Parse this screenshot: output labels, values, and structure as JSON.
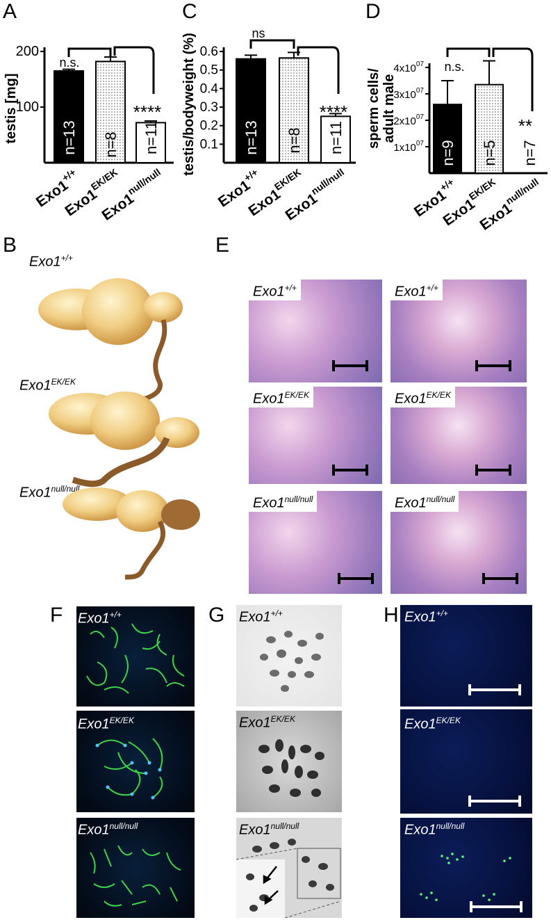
{
  "panels": {
    "A": "A",
    "B": "B",
    "C": "C",
    "D": "D",
    "E": "E",
    "F": "F",
    "G": "G",
    "H": "H"
  },
  "genotypes": {
    "wt": {
      "base": "Exo1",
      "sup": "+/+"
    },
    "ek": {
      "base": "Exo1",
      "sup": "EK/EK"
    },
    "null": {
      "base": "Exo1",
      "sup": "null/null"
    }
  },
  "chart_data": [
    {
      "type": "bar",
      "panel": "A",
      "ylabel": "testis [mg]",
      "ylim": [
        0,
        200
      ],
      "yticks": [
        "100",
        "200"
      ],
      "categories": [
        "Exo1+/+",
        "Exo1EK/EK",
        "Exo1null/null"
      ],
      "values": [
        165,
        182,
        72
      ],
      "errors": [
        3,
        8,
        3
      ],
      "n_labels": [
        "n=13",
        "n=8",
        "n=11"
      ],
      "bar_fills": [
        "#000000",
        "dotted",
        "#ffffff"
      ],
      "sig": [
        {
          "from": 0,
          "to": 1,
          "label": "n.s."
        },
        {
          "from": 1,
          "to": 2,
          "label": "****"
        }
      ]
    },
    {
      "type": "bar",
      "panel": "C",
      "ylabel": "testis/bodyweight (%)",
      "ylim": [
        0,
        0.6
      ],
      "yticks": [
        "0.1",
        "0.2",
        "0.3",
        "0.4",
        "0.5",
        "0.6"
      ],
      "categories": [
        "Exo1+/+",
        "Exo1EK/EK",
        "Exo1null/null"
      ],
      "values": [
        0.56,
        0.565,
        0.25
      ],
      "errors": [
        0.02,
        0.03,
        0.015
      ],
      "n_labels": [
        "n=13",
        "n=8",
        "n=11"
      ],
      "bar_fills": [
        "#000000",
        "dotted",
        "#ffffff"
      ],
      "sig": [
        {
          "from": 0,
          "to": 1,
          "label": "ns"
        },
        {
          "from": 1,
          "to": 2,
          "label": "****"
        }
      ]
    },
    {
      "type": "bar",
      "panel": "D",
      "ylabel": "sperm cells/ adult male",
      "ylabel_lines": [
        "sperm cells/",
        "adult male"
      ],
      "ylim": [
        0,
        40000000
      ],
      "yticks": [
        "1x10",
        "2x10",
        "3x10",
        "4x10"
      ],
      "ytick_exp": "07",
      "categories": [
        "Exo1+/+",
        "Exo1EK/EK",
        "Exo1null/null"
      ],
      "values": [
        26000000,
        33500000,
        0
      ],
      "errors": [
        9000000,
        9000000,
        0
      ],
      "n_labels": [
        "n=9",
        "n=5",
        "n=7"
      ],
      "bar_fills": [
        "#000000",
        "dotted",
        "#ffffff"
      ],
      "sig": [
        {
          "from": 0,
          "to": 1,
          "label": "n.s."
        },
        {
          "from": 1,
          "to": 2,
          "label": "**"
        }
      ]
    }
  ]
}
